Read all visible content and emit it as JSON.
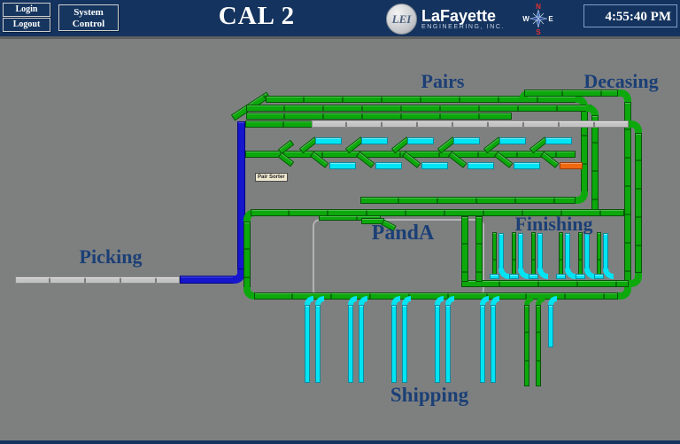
{
  "header": {
    "login": "Login",
    "logout": "Logout",
    "system_control": {
      "line1": "System",
      "line2": "Control"
    },
    "title": "CAL 2",
    "logo": {
      "monogram": "LEI",
      "name": "LaFayette",
      "subtitle": "ENGINEERING, INC."
    },
    "compass": {
      "north": "N",
      "south": "S",
      "east": "E",
      "west": "W"
    },
    "clock": "4:55:40 PM"
  },
  "map": {
    "labels": {
      "pairs": "Pairs",
      "decasing": "Decasing",
      "picking": "Picking",
      "panda": "PandA",
      "finishing": "Finishing",
      "shipping": "Shipping"
    },
    "tooltip": "Pair Sorter",
    "colors": {
      "running": "#0CA80C",
      "accumulation": "#00E4F4",
      "transport": "#1616CC",
      "idle": "#C4C4C4",
      "fault": "#F06810",
      "background": "#7E8080",
      "banner": "#14335E",
      "label_text": "#1B3F76"
    }
  }
}
